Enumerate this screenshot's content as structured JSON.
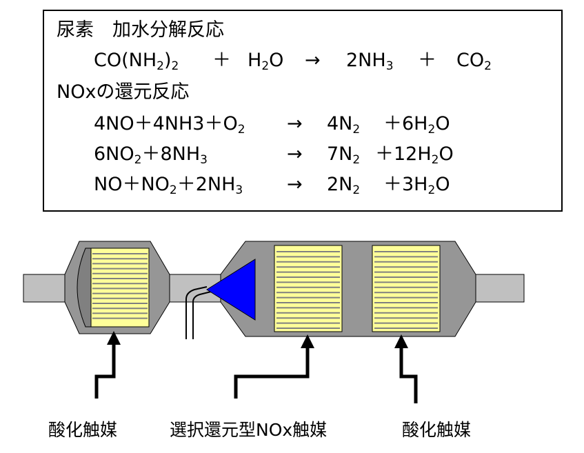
{
  "box": {
    "heading1": "尿素　加水分解反応",
    "urea_eq": {
      "urea_a": "CO(NH",
      "urea_b": "2",
      "urea_c": ")",
      "urea_d": "2",
      "plus1": "＋",
      "water_a": "H",
      "water_b": "2",
      "water_c": "O",
      "arrow": "→",
      "ammonia_a": "2NH",
      "ammonia_b": "3",
      "plus2": "＋",
      "co2_a": "CO",
      "co2_b": "2"
    },
    "heading2": "NOxの還元反応",
    "r1": {
      "lhs_a": "4NO＋4NH3＋O",
      "lhs_b": "2",
      "arrow": "→",
      "p1_a": "4N",
      "p1_b": "2",
      "p2_a": "＋6H",
      "p2_b": "2",
      "p2_c": "O"
    },
    "r2": {
      "lhs_a": "6NO",
      "lhs_b": "2",
      "lhs_c": "＋8NH",
      "lhs_d": "3",
      "arrow": "→",
      "p1_a": "7N",
      "p1_b": "2",
      "p2_a": "＋12H",
      "p2_b": "2",
      "p2_c": "O"
    },
    "r3": {
      "lhs_a": "NO＋NO",
      "lhs_b": "2",
      "lhs_c": "＋2NH",
      "lhs_d": "3",
      "arrow": "→",
      "p1_a": "2N",
      "p1_b": "2",
      "p2_a": "＋3H",
      "p2_b": "2",
      "p2_c": "O"
    }
  },
  "labels": {
    "oxidation_catalyst_left": "酸化触媒",
    "scr_catalyst": "選択還元型NOx触媒",
    "oxidation_catalyst_right": "酸化触媒"
  },
  "colors": {
    "pipe": "#c0c0c0",
    "casing": "#969696",
    "oxidation_front": "#808080",
    "catalyst_fill": "#ffff99",
    "catalyst_line": "#808080",
    "urea_spray": "#0000ff"
  }
}
